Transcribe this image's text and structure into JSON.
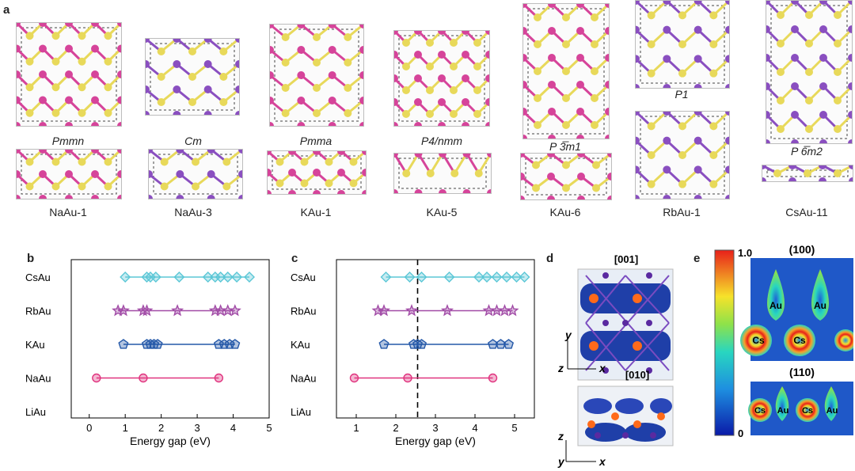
{
  "panels": {
    "a": "a",
    "b": "b",
    "c": "c",
    "d": "d",
    "e": "e"
  },
  "structures": [
    {
      "compound": "NaAu-1",
      "space_group": "Pmmn"
    },
    {
      "compound": "NaAu-3",
      "space_group": "Cm"
    },
    {
      "compound": "KAu-1",
      "space_group": "Pmma"
    },
    {
      "compound": "KAu-5",
      "space_group": "P4/nmm"
    },
    {
      "compound": "KAu-6",
      "space_group": "P 3̅m1"
    },
    {
      "compound": "RbAu-1",
      "space_group": "P1"
    },
    {
      "compound": "CsAu-11",
      "space_group": "P 6̅m2"
    }
  ],
  "atom_colors": {
    "gold": "#e8d95a",
    "alkali_pink": "#d6449a",
    "alkali_purple": "#8a4fc0"
  },
  "chart_data": [
    {
      "panel": "b",
      "type": "scatter",
      "xlabel": "Energy gap (eV)",
      "xlim": [
        -0.5,
        5
      ],
      "xticks": [
        0,
        1,
        2,
        3,
        4,
        5
      ],
      "categories": [
        "CsAu",
        "RbAu",
        "KAu",
        "NaAu",
        "LiAu"
      ],
      "series": [
        {
          "category": "CsAu",
          "marker": "diamond",
          "color": "#5bc7d6",
          "values": [
            1.0,
            1.6,
            1.7,
            1.85,
            2.5,
            3.3,
            3.5,
            3.65,
            3.85,
            4.1,
            4.45
          ]
        },
        {
          "category": "RbAu",
          "marker": "star",
          "color": "#a14ba6",
          "values": [
            0.8,
            0.95,
            1.5,
            1.6,
            2.45,
            3.5,
            3.65,
            3.85,
            4.05
          ]
        },
        {
          "category": "KAu",
          "marker": "pentagon",
          "color": "#2458a8",
          "values": [
            0.95,
            1.6,
            1.7,
            1.8,
            1.9,
            3.6,
            3.75,
            3.9,
            4.05
          ]
        },
        {
          "category": "NaAu",
          "marker": "circle",
          "color": "#e0347f",
          "values": [
            0.2,
            1.5,
            3.6
          ]
        },
        {
          "category": "LiAu",
          "marker": "none",
          "color": "#888888",
          "values": []
        }
      ]
    },
    {
      "panel": "c",
      "type": "scatter",
      "xlabel": "Energy gap (eV)",
      "xlim": [
        0.5,
        5.5
      ],
      "xticks": [
        1,
        2,
        3,
        4,
        5
      ],
      "reference_line": 2.55,
      "categories": [
        "CsAu",
        "RbAu",
        "KAu",
        "NaAu",
        "LiAu"
      ],
      "series": [
        {
          "category": "CsAu",
          "marker": "diamond",
          "color": "#5bc7d6",
          "values": [
            1.75,
            2.35,
            2.65,
            3.35,
            4.1,
            4.3,
            4.55,
            4.8,
            5.05,
            5.25
          ]
        },
        {
          "category": "RbAu",
          "marker": "star",
          "color": "#a14ba6",
          "values": [
            1.55,
            1.7,
            2.4,
            3.3,
            4.35,
            4.55,
            4.75,
            4.95
          ]
        },
        {
          "category": "KAu",
          "marker": "pentagon",
          "color": "#2458a8",
          "values": [
            1.7,
            2.45,
            2.55,
            2.65,
            4.45,
            4.65,
            4.85
          ]
        },
        {
          "category": "NaAu",
          "marker": "circle",
          "color": "#e0347f",
          "values": [
            0.95,
            2.3,
            4.45
          ]
        },
        {
          "category": "LiAu",
          "marker": "none",
          "color": "#888888",
          "values": []
        }
      ]
    }
  ],
  "panel_d": {
    "top_title": "[001]",
    "bottom_title": "[010]",
    "axis_y": "y",
    "axis_x": "x",
    "axis_z": "z"
  },
  "panel_e": {
    "colorbar_max": "1.0",
    "colorbar_min": "0",
    "map1_title": "(100)",
    "map2_title": "(110)",
    "label_au": "Au",
    "label_cs": "Cs"
  }
}
